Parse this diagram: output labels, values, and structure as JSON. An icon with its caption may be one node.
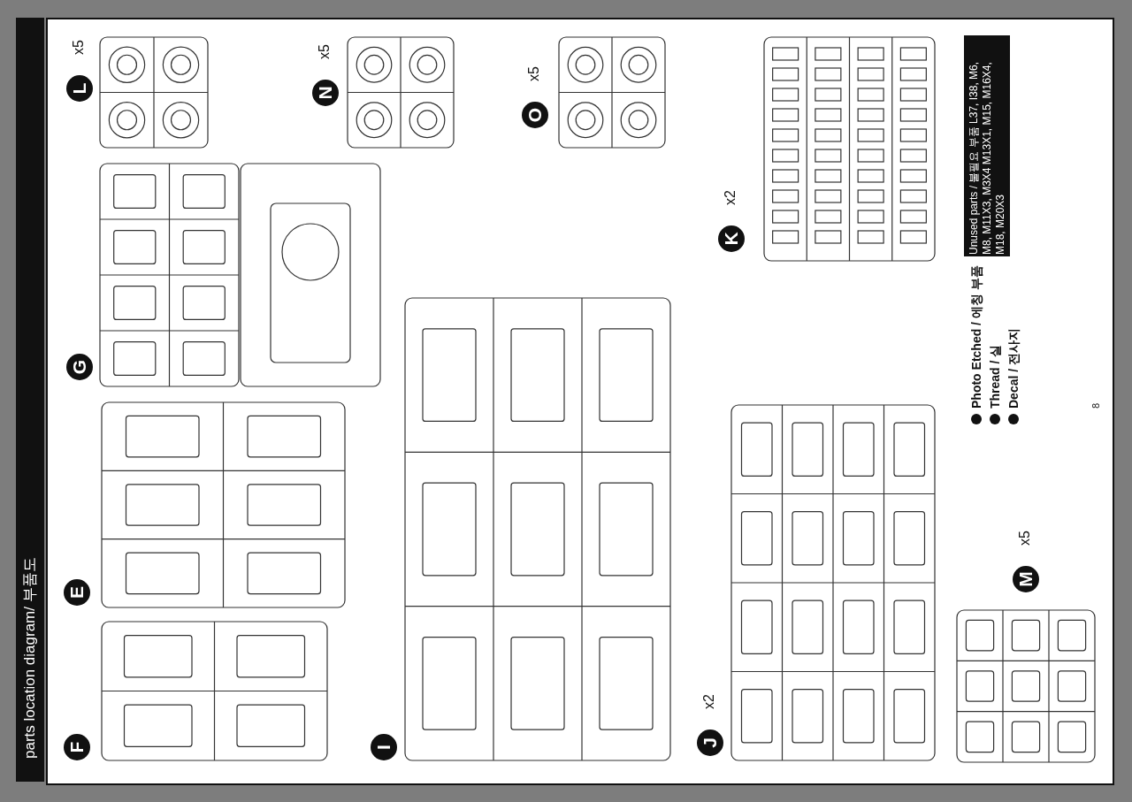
{
  "diagram": {
    "title": "parts location diagram/ 부품도",
    "labels": [
      "L",
      "x5",
      "N",
      "x5",
      "O",
      "x5",
      "K",
      "x2",
      "G",
      "E",
      "F",
      "I",
      "J",
      "x2",
      "M",
      "x5",
      "Unused parts / 불필요 부품 L37, I38, M6, M8, M11X3, M3X4 M13X1, M15, M16X4, M18, M20X3",
      "8"
    ],
    "legend": [
      {
        "text": "Photo Etched / 에칭 부품"
      },
      {
        "text": "Thread / 실"
      },
      {
        "text": "Decal / 전사지"
      }
    ]
  }
}
